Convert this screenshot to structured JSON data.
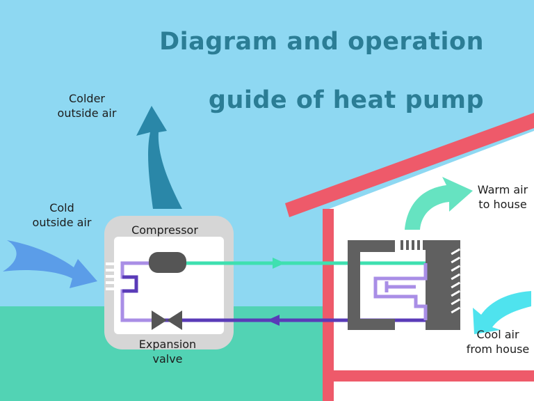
{
  "title": {
    "line1": "Diagram and operation",
    "line2": "guide of heat pump"
  },
  "labels": {
    "colder_outside_air": [
      "Colder",
      "outside air"
    ],
    "cold_outside_air": [
      "Cold",
      "outside air"
    ],
    "compressor": "Compressor",
    "expansion_valve": [
      "Expansion",
      "valve"
    ],
    "warm_air_to_house": [
      "Warm air",
      "to house"
    ],
    "cool_air_from_house": [
      "Cool air",
      "from house"
    ]
  },
  "colors": {
    "sky": "#8ed8f2",
    "ground": "#52d3b4",
    "house_outline": "#ee5a6a",
    "house_inside": "#ffffff",
    "unit_body": "#d9d9d9",
    "hot_line": "#3fe0b0",
    "cold_line": "#5a3bb8",
    "coil_purple": "#a98ee6",
    "dark_gray": "#555555",
    "exhaust_arrow": "#2a87a8",
    "intake_arrow": "#5b9de8",
    "warm_arrow": "#66e3c1",
    "cool_arrow": "#4fe3ee",
    "title": "#2b7d95"
  }
}
